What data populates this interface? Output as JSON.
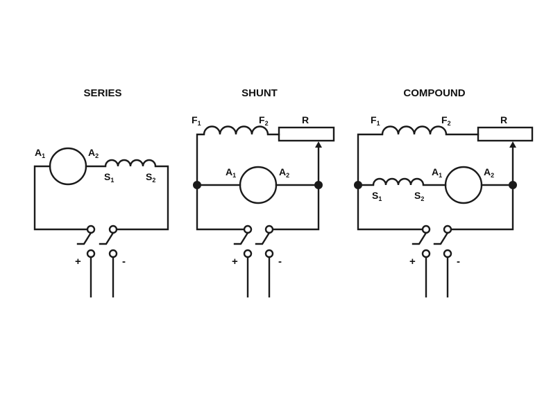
{
  "diagrams": {
    "series": {
      "title": "SERIES",
      "armature": {
        "left": {
          "main": "A",
          "sub": "1"
        },
        "right": {
          "main": "A",
          "sub": "2"
        }
      },
      "series_field": {
        "left": {
          "main": "S",
          "sub": "1"
        },
        "right": {
          "main": "S",
          "sub": "2"
        }
      },
      "supply": {
        "plus": "+",
        "minus": "-"
      }
    },
    "shunt": {
      "title": "SHUNT",
      "shunt_field": {
        "left": {
          "main": "F",
          "sub": "1"
        },
        "right": {
          "main": "F",
          "sub": "2"
        }
      },
      "rheostat": "R",
      "armature": {
        "left": {
          "main": "A",
          "sub": "1"
        },
        "right": {
          "main": "A",
          "sub": "2"
        }
      },
      "supply": {
        "plus": "+",
        "minus": "-"
      }
    },
    "compound": {
      "title": "COMPOUND",
      "shunt_field": {
        "left": {
          "main": "F",
          "sub": "1"
        },
        "right": {
          "main": "F",
          "sub": "2"
        }
      },
      "rheostat": "R",
      "series_field": {
        "left": {
          "main": "S",
          "sub": "1"
        },
        "right": {
          "main": "S",
          "sub": "2"
        }
      },
      "armature": {
        "left": {
          "main": "A",
          "sub": "1"
        },
        "right": {
          "main": "A",
          "sub": "2"
        }
      },
      "supply": {
        "plus": "+",
        "minus": "-"
      }
    }
  },
  "colors": {
    "ink": "#1a1a1a",
    "background": "#ffffff"
  }
}
